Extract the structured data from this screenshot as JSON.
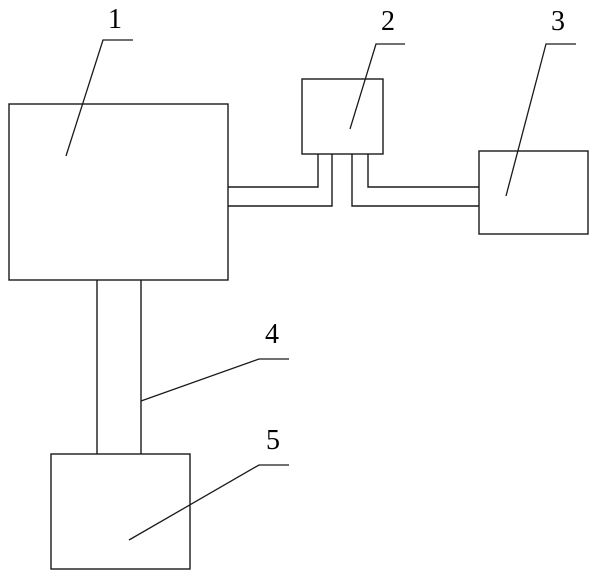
{
  "labels": {
    "part1": "1",
    "part2": "2",
    "part3": "3",
    "part4": "4",
    "part5": "5"
  },
  "colors": {
    "line": "#1a1a1a",
    "text": "#000000",
    "background": "#ffffff"
  }
}
